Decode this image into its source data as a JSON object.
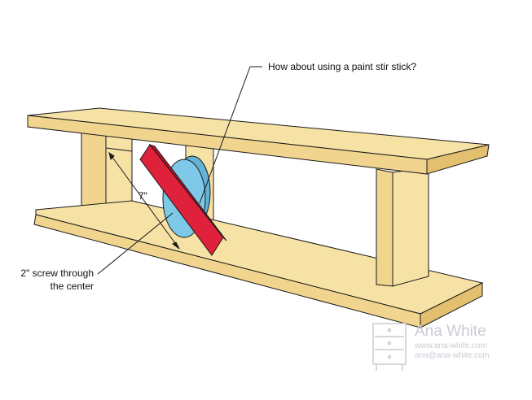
{
  "annotations": {
    "top_callout": "How about using a paint stir stick?",
    "left_callout_line1": "2\" screw through",
    "left_callout_line2": "the center",
    "dimension": "7\""
  },
  "watermark": {
    "name": "Ana White",
    "url": "www.ana-white.com",
    "email": "ana@ana-white.com"
  },
  "colors": {
    "wood_light": "#f7e2a6",
    "wood_mid": "#f1d58e",
    "wood_dark": "#e3bf70",
    "stick_red": "#e0213b",
    "disc_blue": "#7ec8e8",
    "outline": "#1a1a1a",
    "watermark_gray": "#c9ccd4"
  }
}
